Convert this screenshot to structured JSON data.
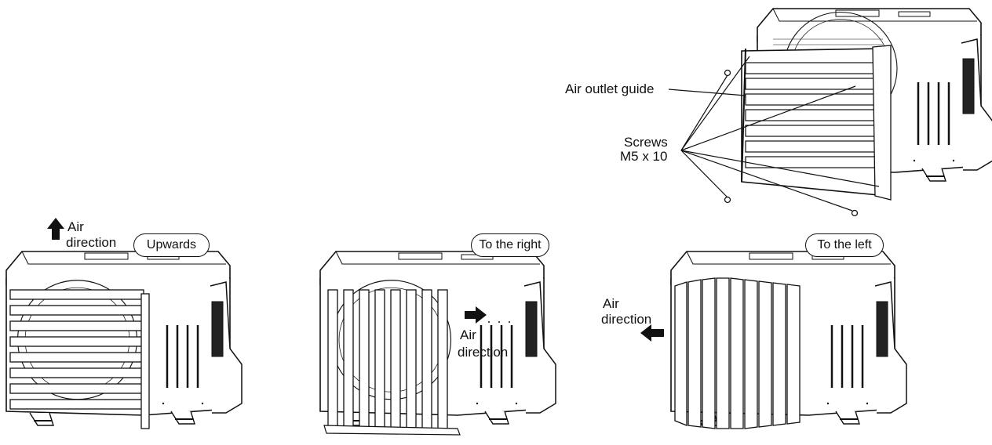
{
  "labels": {
    "air_outlet_guide": "Air outlet guide",
    "screws_line1": "Screws",
    "screws_line2": "M5 x 10",
    "up_air": "Air",
    "up_direction": "direction",
    "right_air": "Air",
    "right_direction": "direction",
    "left_air": "Air",
    "left_direction": "direction"
  },
  "badges": {
    "upwards": "Upwards",
    "to_the_right": "To the right",
    "to_the_left": "To the left"
  }
}
